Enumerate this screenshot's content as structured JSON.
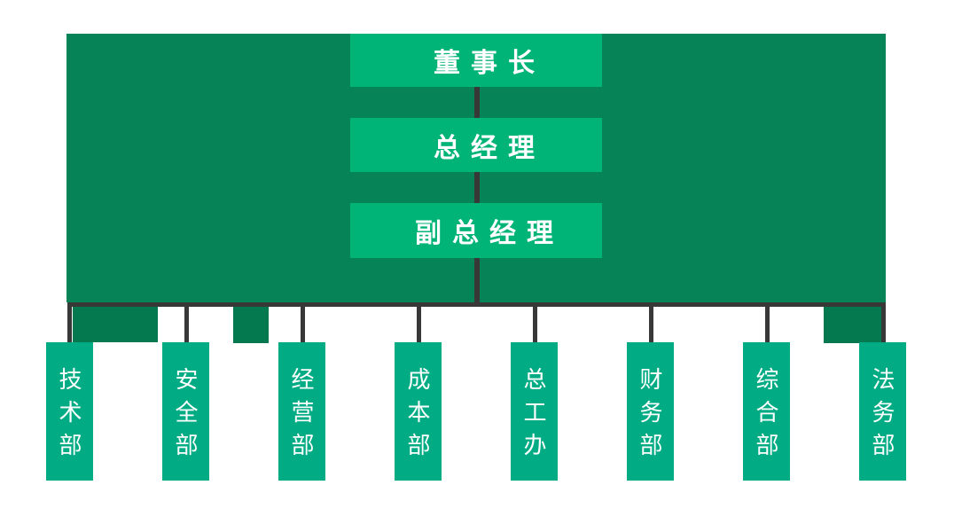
{
  "hierarchy": [
    {
      "label": "董事长"
    },
    {
      "label": "总经理"
    },
    {
      "label": "副总经理"
    }
  ],
  "departments": [
    {
      "label": "技术部"
    },
    {
      "label": "安全部"
    },
    {
      "label": "经营部"
    },
    {
      "label": "成本部"
    },
    {
      "label": "总工办"
    },
    {
      "label": "财务部"
    },
    {
      "label": "综合部"
    },
    {
      "label": "法务部"
    }
  ],
  "colors": {
    "panel_green": "#068357",
    "step_green": "#04784f",
    "node_green": "#00b377",
    "dept_teal": "#01ab84",
    "connector_dark": "#383838",
    "text_white": "#ffffff",
    "page_bg": "#ffffff"
  }
}
